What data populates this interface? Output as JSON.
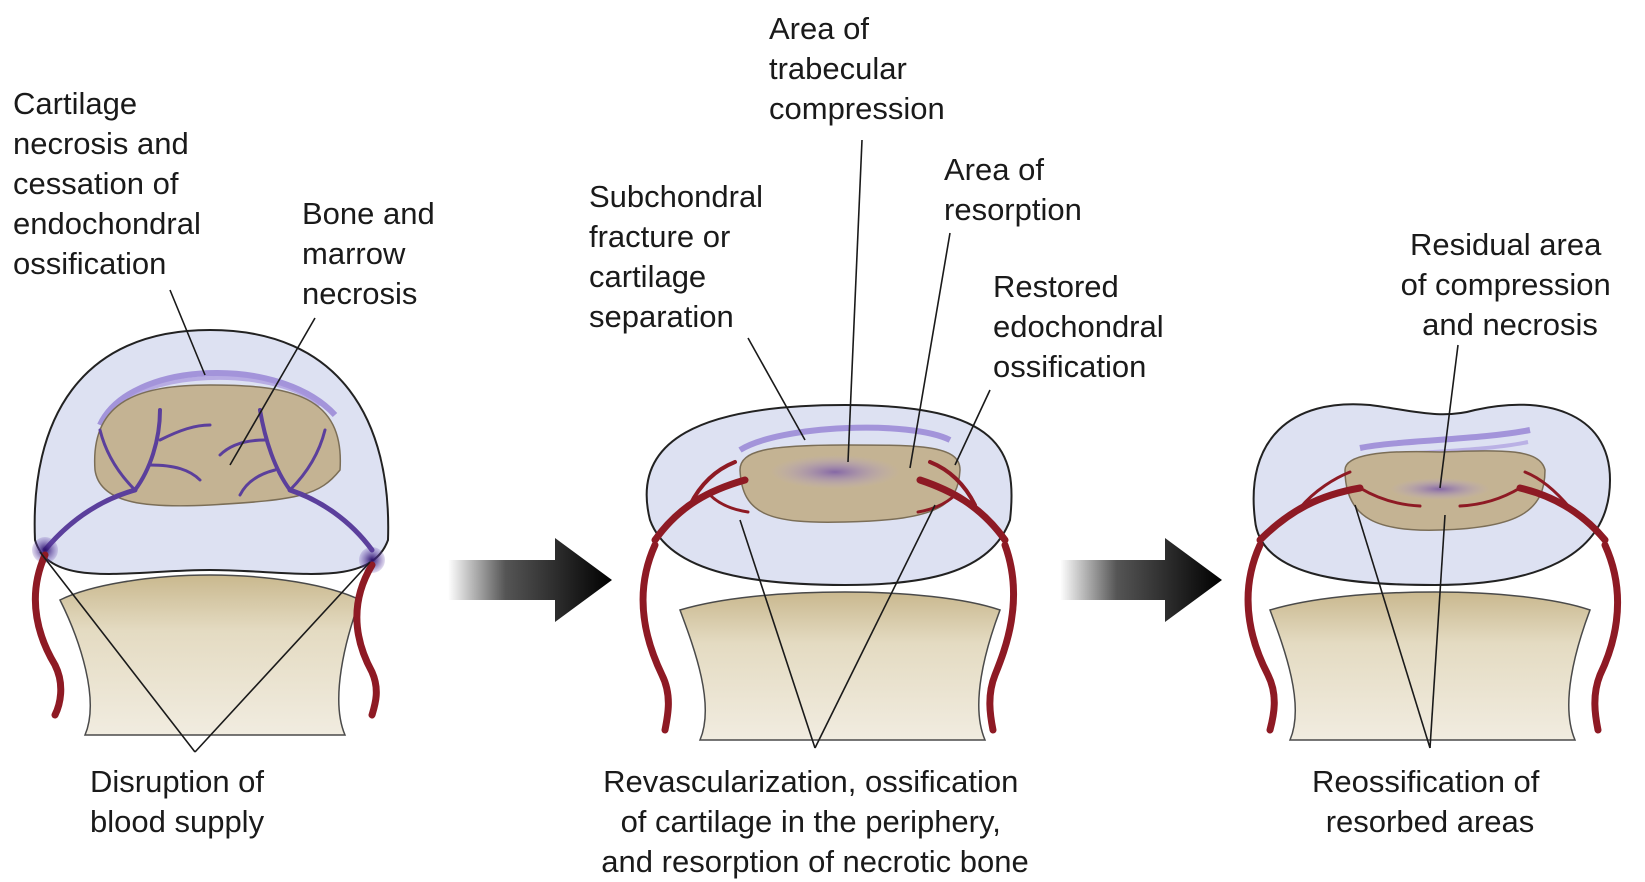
{
  "panels": [
    {
      "labels": {
        "cartilage_necrosis": [
          "Cartilage",
          "necrosis and",
          "cessation of",
          "endochondral",
          "ossification"
        ],
        "bone_marrow_necrosis": [
          "Bone and",
          "marrow",
          "necrosis"
        ],
        "disruption": [
          "Disruption of",
          "blood supply"
        ]
      }
    },
    {
      "labels": {
        "trabecular": [
          "Area of",
          "trabecular",
          "compression"
        ],
        "subchondral": [
          "Subchondral",
          "fracture or",
          "cartilage",
          "separation"
        ],
        "resorption": [
          "Area of",
          "resorption"
        ],
        "restored": [
          "Restored",
          "edochondral",
          "ossification"
        ],
        "revascularization": [
          "Revascularization, ossification",
          "of cartilage in the periphery,",
          "and resorption of necrotic bone"
        ]
      }
    },
    {
      "labels": {
        "residual": [
          "Residual area",
          "of compression",
          "and necrosis"
        ],
        "reossification": [
          "Reossification of",
          "resorbed areas"
        ]
      }
    }
  ],
  "colors": {
    "cartilage": "#dde1f2",
    "bone": "#d7ccb0",
    "necrotic_bone": "#c4b393",
    "violet": "#5b3f9c",
    "red_vessel": "#8e1a24",
    "arrow": "#111111"
  },
  "icons": [
    "right-arrow-icon",
    "right-arrow-icon"
  ]
}
